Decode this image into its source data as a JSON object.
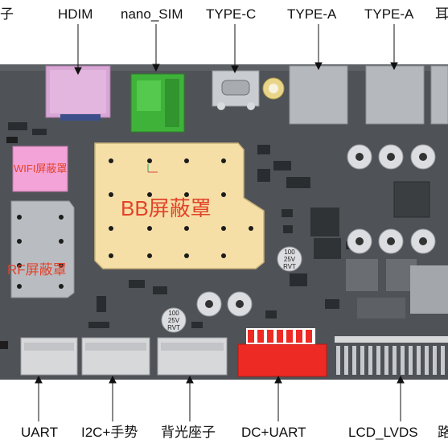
{
  "top_labels": {
    "left_partial": "子",
    "hdim": "HDIM",
    "nano_sim": "nano_SIM",
    "type_c": "TYPE-C",
    "type_a_1": "TYPE-A",
    "type_a_2": "TYPE-A",
    "right_partial": "耳"
  },
  "bottom_labels": {
    "uart": "UART",
    "i2c": "I2C+手势",
    "backlight": "背光座子",
    "dc_uart": "DC+UART",
    "lcd_lvds": "LCD_LVDS",
    "right_partial": "路"
  },
  "shields": {
    "bb": "BB屏蔽罩",
    "wifi": "WIFI屏蔽罩",
    "rf": "RF屏蔽罩"
  },
  "capacitors": {
    "value": "100",
    "voltage": "25V",
    "series": "RVT"
  },
  "colors": {
    "pcb": "#4f5357",
    "bb_shield": "#f5dfa6",
    "wifi_shield": "#f4a3d8",
    "rf_shield": "#b9bcc1",
    "hdmi": "#d8a6d4",
    "sim": "#3fb23a",
    "dc_connector": "#ee2a24",
    "label_red": "#e2432a"
  }
}
